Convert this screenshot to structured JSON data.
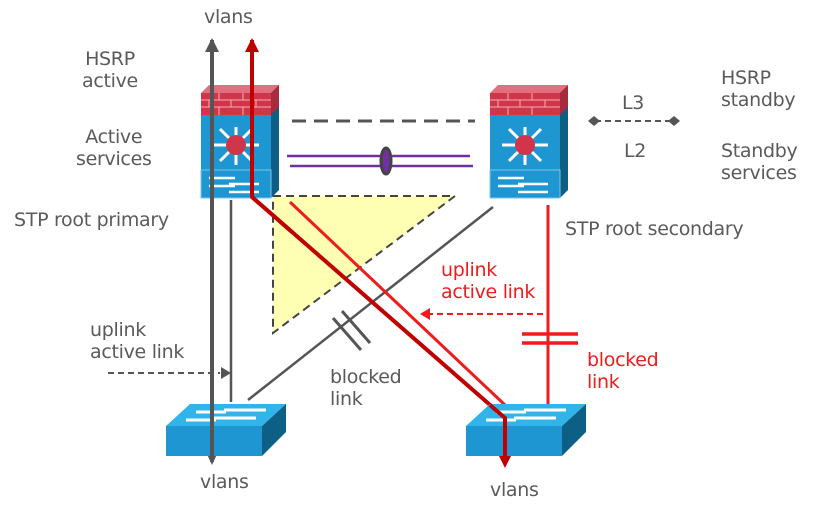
{
  "colors": {
    "gray_link": "#555555",
    "red_link": "#ee1c1c",
    "dark_red_link": "#c00000",
    "purple_link": "#7030a0",
    "device_blue": "#1e96d2",
    "device_blue_dark": "#0e5f86",
    "firewall_red": "#d0354a",
    "spanning_triangle": "#ffffb3",
    "label_gray": "#5a5a5a"
  },
  "labels": {
    "vlans_top": "vlans",
    "hsrp_active": "HSRP\nactive",
    "active_services": "Active\nservices",
    "stp_root_primary": "STP root primary",
    "hsrp_standby": "HSRP\nstandby",
    "standby_services": "Standby\nservices",
    "stp_root_secondary": "STP root secondary",
    "legend_l3": "L3",
    "legend_l2": "L2",
    "uplink_active_left": "uplink\nactive link",
    "uplink_active_right": "uplink\nactive link",
    "blocked_link_gray": "blocked\nlink",
    "blocked_link_red": "blocked\nlink",
    "vlans_bottom_left": "vlans",
    "vlans_bottom_right": "vlans"
  },
  "nodes": [
    {
      "id": "agg-primary",
      "type": "services-switch-with-firewall",
      "role": "HSRP active / STP root primary"
    },
    {
      "id": "agg-secondary",
      "type": "services-switch-with-firewall",
      "role": "HSRP standby / STP root secondary"
    },
    {
      "id": "access-left",
      "type": "access-switch"
    },
    {
      "id": "access-right",
      "type": "access-switch"
    }
  ],
  "links": [
    {
      "from": "agg-primary",
      "to": "agg-secondary",
      "type": "L3",
      "style": "dashed"
    },
    {
      "from": "agg-primary",
      "to": "agg-secondary",
      "type": "L2 port-channel",
      "style": "double-purple"
    },
    {
      "from": "agg-primary",
      "to": "access-left",
      "state": "forwarding",
      "color": "gray"
    },
    {
      "from": "agg-secondary",
      "to": "access-left",
      "state": "blocked",
      "color": "gray"
    },
    {
      "from": "agg-primary",
      "to": "access-right",
      "state": "forwarding",
      "color": "red"
    },
    {
      "from": "agg-secondary",
      "to": "access-right",
      "state": "blocked",
      "color": "red"
    }
  ]
}
